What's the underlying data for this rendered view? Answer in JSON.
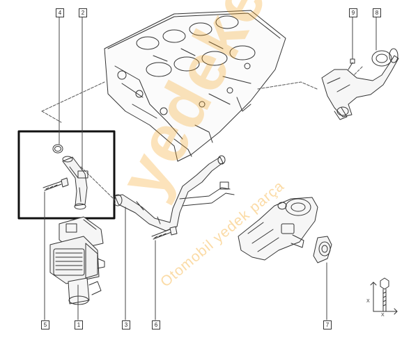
{
  "callouts": {
    "c1": "1",
    "c2": "2",
    "c3": "3",
    "c4": "4",
    "c5": "5",
    "c6": "6",
    "c7": "7",
    "c8": "8",
    "c9": "9"
  },
  "watermark": {
    "brand": "yedeke",
    "tagline": "Otomobil yedek parça"
  },
  "legend_icon": {
    "marks": [
      "X",
      "X"
    ]
  },
  "colors": {
    "line": "#333333",
    "highlight_frame": "#111111",
    "watermark": "#f6a623"
  }
}
